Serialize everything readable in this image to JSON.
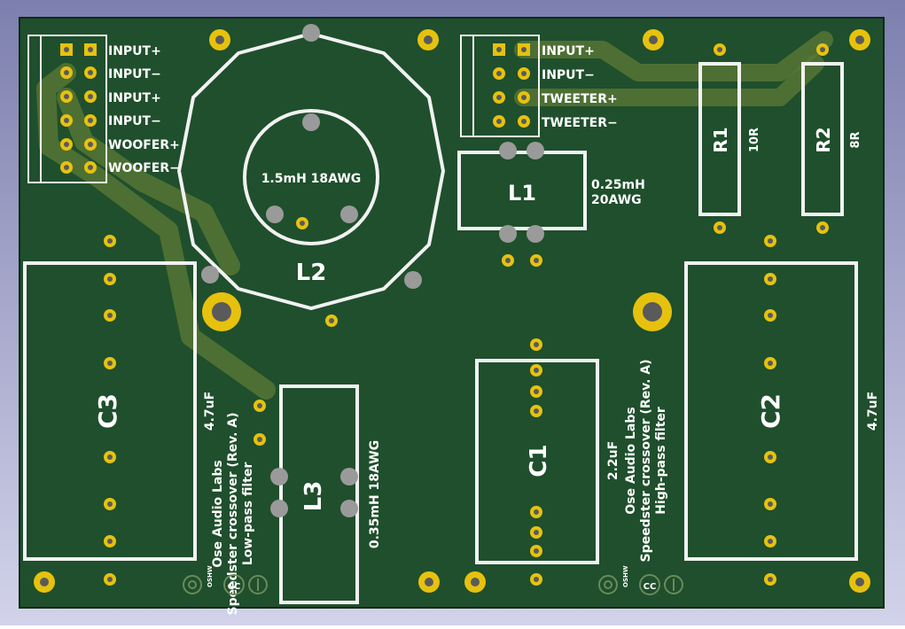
{
  "colors": {
    "background_top": "#7d7fae",
    "background_bottom": "#d2d3ea",
    "board": "#1f4f2c",
    "board_edge": "#0f2a17",
    "trace": "#5e7a36",
    "silkscreen": "#f2f2f2",
    "copper": "#e6c20e",
    "hole": "#5a5a5a",
    "th_pad": "#9a9a9a"
  },
  "connectors": {
    "left": {
      "pins": [
        "INPUT+",
        "INPUT−",
        "INPUT+",
        "INPUT−",
        "WOOFER+",
        "WOOFER−"
      ]
    },
    "right": {
      "pins": [
        "INPUT+",
        "INPUT−",
        "TWEETER+",
        "TWEETER−"
      ]
    }
  },
  "components": {
    "l1": {
      "ref": "L1",
      "value": "0.25mH\n20AWG"
    },
    "l2": {
      "ref": "L2",
      "value": "1.5mH 18AWG"
    },
    "l3": {
      "ref": "L3",
      "value": "0.35mH 18AWG"
    },
    "r1": {
      "ref": "R1",
      "value": "10R"
    },
    "r2": {
      "ref": "R2",
      "value": "8R"
    },
    "c1": {
      "ref": "C1",
      "value": "2.2uF"
    },
    "c2": {
      "ref": "C2",
      "value": "4.7uF"
    },
    "c3": {
      "ref": "C3",
      "value": "4.7uF"
    }
  },
  "notes": {
    "lowpass": [
      "Ose Audio Labs",
      "Speedster crossover (Rev. A)",
      "Low-pass filter"
    ],
    "highpass": [
      "Ose Audio Labs",
      "Speedster crossover (Rev. A)",
      "High-pass filter"
    ]
  },
  "logos": {
    "oshw": "OSHW",
    "cc": "CC"
  }
}
